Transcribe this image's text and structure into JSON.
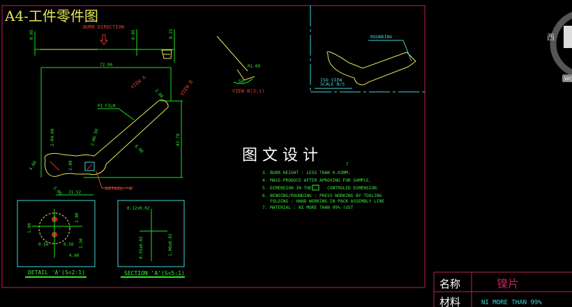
{
  "title": "A4-工件零件图",
  "watermark": "图 文 设 计",
  "drawing": {
    "burr_direction": "BURR DIRECTION",
    "dims_top": [
      "0.05",
      "0.05",
      "0.25"
    ],
    "dim_width": "72.90",
    "dim_height": "43.78",
    "dim_215": "21.52",
    "dim_200": "2.00",
    "dim_460": "4.60",
    "dim_600": "6.00",
    "dim_r": "2-R4.00",
    "dim_r2": "2-R6.50",
    "dim_208": "2.08",
    "dim_300": "3.00",
    "pi_film": "PI FILM",
    "view_a": "VIEW A",
    "view_b": "VIEW B",
    "detail_a_ref": "DETAIL 'A'",
    "view_b_label": "VIEW B(3:1)",
    "r100": "R1.00",
    "angle": "50°",
    "iso_view": "ISO VIEW",
    "iso_scale": "SCALE N/S",
    "rounding": "ROUNDING",
    "detail_title": "DETAIL 'A'(S=2:1)",
    "section_title": "SECTION 'A'(S=5:1)",
    "detail_dims": [
      "2.00",
      "0.50",
      "0.50",
      "4.00",
      "2.30",
      "1.00"
    ],
    "section_dims": [
      "0.12±0.02",
      "0.35±0.02",
      "1.00±0.02"
    ]
  },
  "notes": [
    "3. BURR HEIGHT : LESS THAN 0.03MM.",
    "4. MASS-PRODUCE AFTER APROVING FOR SAMPLE.",
    "5. DIMENSION IN THE      CONTROLED DIMENSION.",
    "6. BENDING/ROUNDING : PRESS WORKING BY TOOLING",
    "   FOLDING : HAND WORKING IN PACK ASSEMBLY LINE",
    "7. MATERIAL : NI MORE THAN 99% (UST"
  ],
  "title_block": {
    "name_label": "名称",
    "name_value": "镍片",
    "material_label": "材料",
    "material_value": "NI MORE THAN 99%"
  },
  "viewcube": {
    "west_label": "西",
    "wcs_label": "WC"
  },
  "colors": {
    "border": "#c0205a",
    "dimension": "#19e619",
    "part": "#e6e65a",
    "iso": "#3fd6d6",
    "annotation": "#e03030"
  }
}
